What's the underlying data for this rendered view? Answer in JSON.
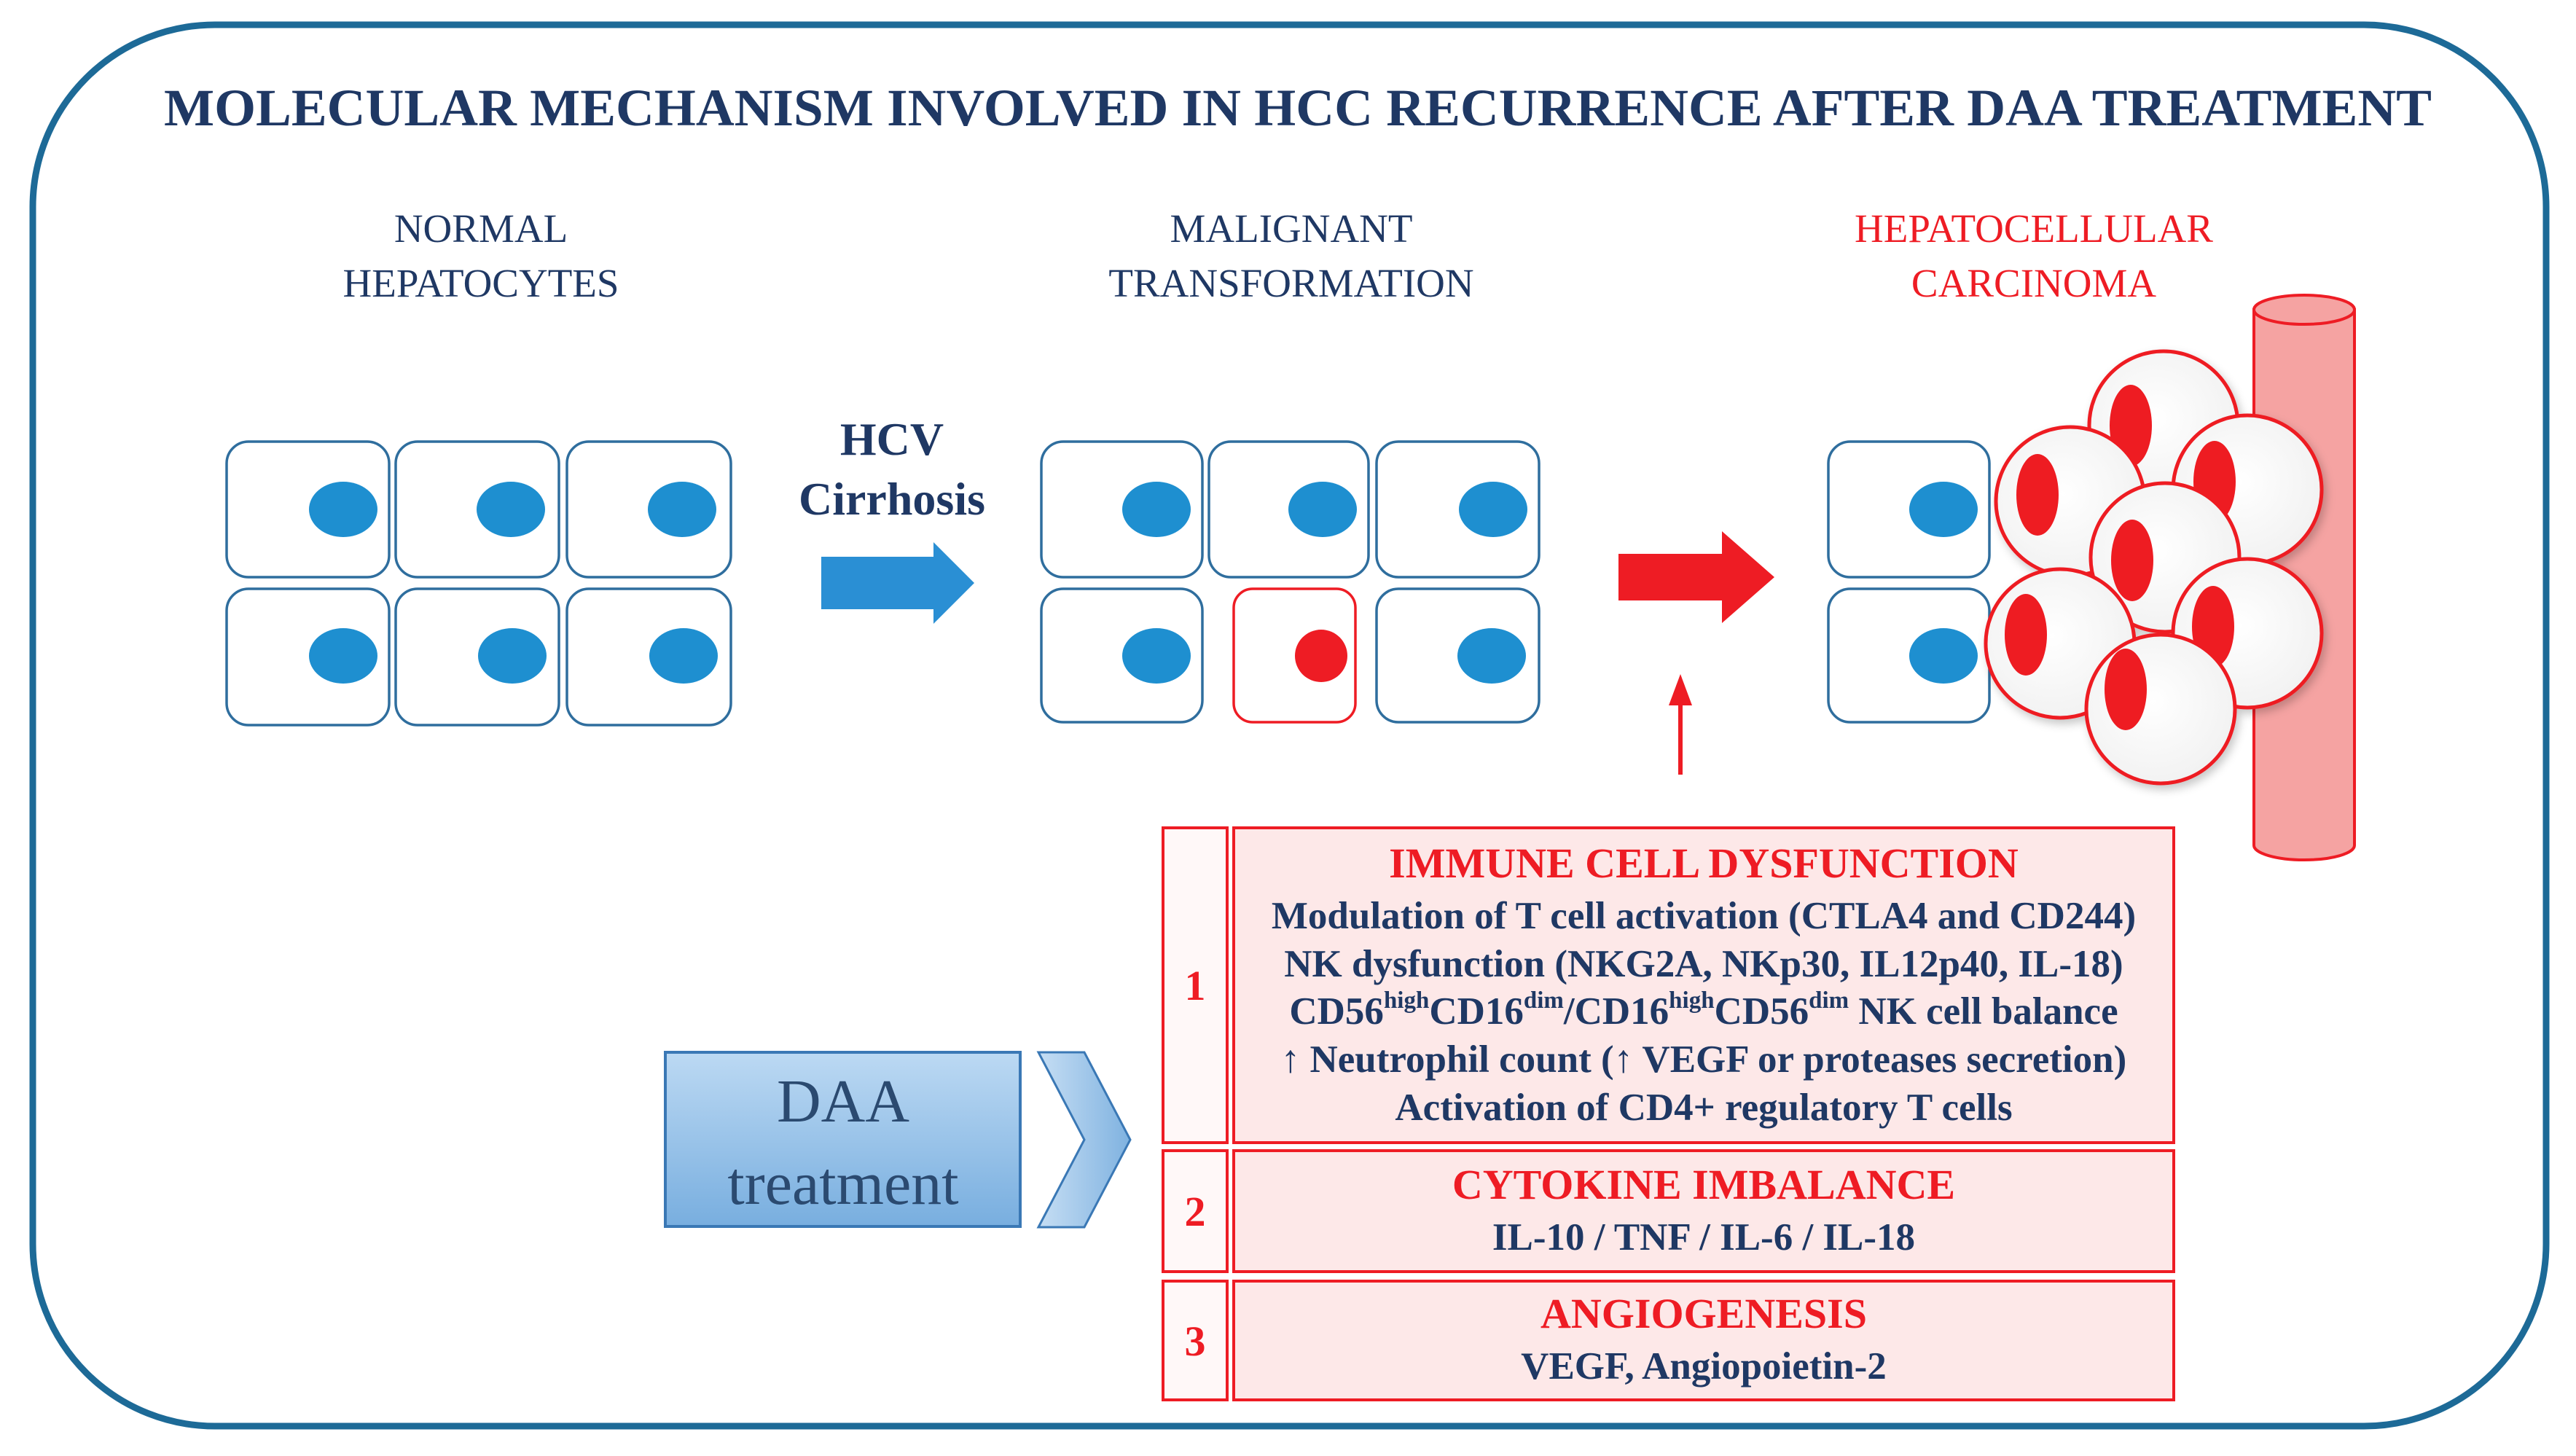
{
  "title": "MOLECULAR MECHANISM INVOLVED IN HCC RECURRENCE AFTER DAA TREATMENT",
  "stages": [
    {
      "line1": "NORMAL",
      "line2": "HEPATOCYTES"
    },
    {
      "line1": "MALIGNANT",
      "line2": "TRANSFORMATION"
    },
    {
      "line1": "HEPATOCELLULAR",
      "line2": "CARCINOMA"
    }
  ],
  "transition": {
    "line1": "HCV",
    "line2": "Cirrhosis"
  },
  "daa": {
    "line1": "DAA",
    "line2": "treatment"
  },
  "mechanisms": [
    {
      "number": "1",
      "heading": "IMMUNE CELL DYSFUNCTION",
      "items": [
        "Modulation of T cell activation (CTLA4 and CD244)",
        "NK dysfunction (NKG2A, NKp30, IL12p40, IL-18)",
        {
          "segments": [
            {
              "text": "CD56"
            },
            {
              "text": "high",
              "superscript": true
            },
            {
              "text": "CD16"
            },
            {
              "text": "dim",
              "superscript": true
            },
            {
              "text": "/CD16"
            },
            {
              "text": "high",
              "superscript": true
            },
            {
              "text": "CD56"
            },
            {
              "text": "dim",
              "superscript": true
            },
            {
              "text": "  NK cell balance"
            }
          ]
        },
        "↑ Neutrophil count (↑ VEGF or proteases secretion)",
        "Activation of CD4+ regulatory T cells"
      ]
    },
    {
      "number": "2",
      "heading": "CYTOKINE IMBALANCE",
      "items": [
        "IL-10 / TNF / IL-6 / IL-18"
      ]
    },
    {
      "number": "3",
      "heading": "ANGIOGENESIS",
      "items": [
        "VEGF, Angiopoietin-2"
      ]
    }
  ],
  "icons": {
    "cirrhosis_arrow": "arrow-right",
    "progression_arrow": "arrow-right",
    "trigger_arrow": "arrow-up",
    "daa_pointer": "chevron-right"
  },
  "colors": {
    "frame_blue": "#1d6a97",
    "title_blue": "#1f3864",
    "cell_outline": "#2f6e9e",
    "nucleus_blue": "#1e8fd0",
    "malignant_red": "#ee1c24",
    "table_pink": "#fde8e8",
    "vessel_pink": "#f5a3a2"
  }
}
